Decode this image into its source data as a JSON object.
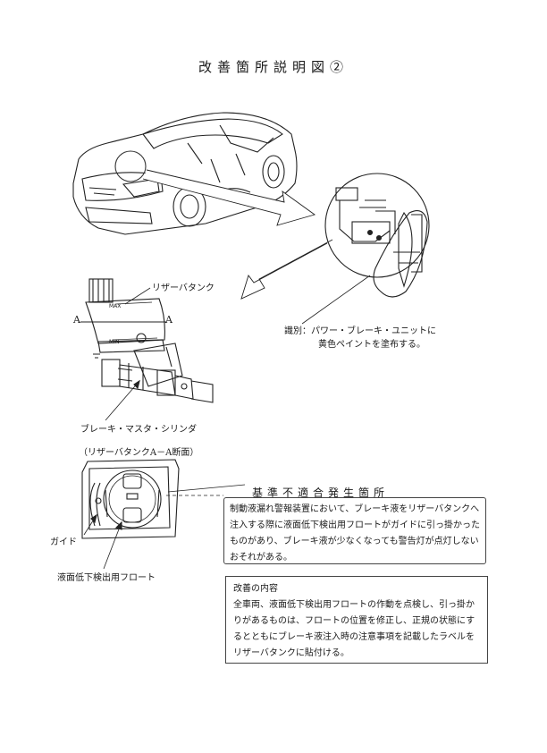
{
  "title": "改善箇所説明図②",
  "labels": {
    "reservoir": "リザーバタンク",
    "section_mark": "A",
    "max": "MAX",
    "min": "MIN",
    "master_cylinder": "ブレーキ・マスタ・シリンダ",
    "section_view": "（リザーバタンクA－A断面）",
    "guide": "ガイド",
    "float": "液面低下検出用フロート",
    "ident_line1": "識別：パワー・ブレーキ・ユニットに",
    "ident_line2": "黄色ペイントを塗布する。"
  },
  "defect": {
    "heading": "基準不適合発生箇所",
    "text": "制動液漏れ警報装置において、ブレーキ液をリザーバタンクへ注入する際に液面低下検出用フロートがガイドに引っ掛かったものがあり、ブレーキ液が少なくなっても警告灯が点灯しないおそれがある。"
  },
  "remedy": {
    "heading": "改善の内容",
    "text": "全車両、液面低下検出用フロートの作動を点検し、引っ掛かりがあるものは、フロートの位置を修正し、正規の状態にするとともにブレーキ液注入時の注意事項を記載したラベルをリザーバタンクに貼付ける。"
  }
}
